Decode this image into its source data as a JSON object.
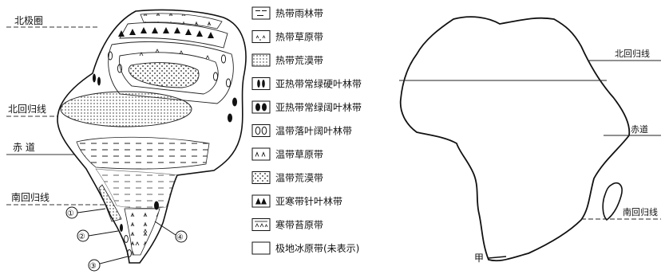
{
  "left_diagram": {
    "latitude_labels": {
      "arctic_circle": "北极圈",
      "tropic_cancer": "北回归线",
      "equator": "赤 道",
      "tropic_capricorn": "南回归线"
    },
    "callouts": [
      "①",
      "②",
      "③",
      "④"
    ]
  },
  "legend": [
    {
      "key": "tropical-rainforest",
      "label": "热带雨林带",
      "pattern": "dashes"
    },
    {
      "key": "tropical-grassland",
      "label": "热带草原带",
      "pattern": "grass-dots"
    },
    {
      "key": "tropical-desert",
      "label": "热带荒漠带",
      "pattern": "fine-dots"
    },
    {
      "key": "subtropical-sclerophyll",
      "label": "亚热带常绿硬叶林带",
      "pattern": "narrow-leaf"
    },
    {
      "key": "subtropical-broadleaf",
      "label": "亚热带常绿阔叶林带",
      "pattern": "broad-leaf"
    },
    {
      "key": "temperate-deciduous",
      "label": "温带落叶阔叶林带",
      "pattern": "hollow-leaf"
    },
    {
      "key": "temperate-grassland",
      "label": "温带草原带",
      "pattern": "grass"
    },
    {
      "key": "temperate-desert",
      "label": "温带荒漠带",
      "pattern": "coarse-dots"
    },
    {
      "key": "subarctic-coniferous",
      "label": "亚寒带针叶林带",
      "pattern": "conifer"
    },
    {
      "key": "tundra",
      "label": "寒带苔原带",
      "pattern": "tundra"
    },
    {
      "key": "polar-ice",
      "label": "极地冰原带(未表示)",
      "pattern": "empty"
    }
  ],
  "right_map": {
    "tropic_cancer": "北回归线",
    "equator": "赤道",
    "tropic_capricorn": "南回归线",
    "point_label": "甲"
  }
}
